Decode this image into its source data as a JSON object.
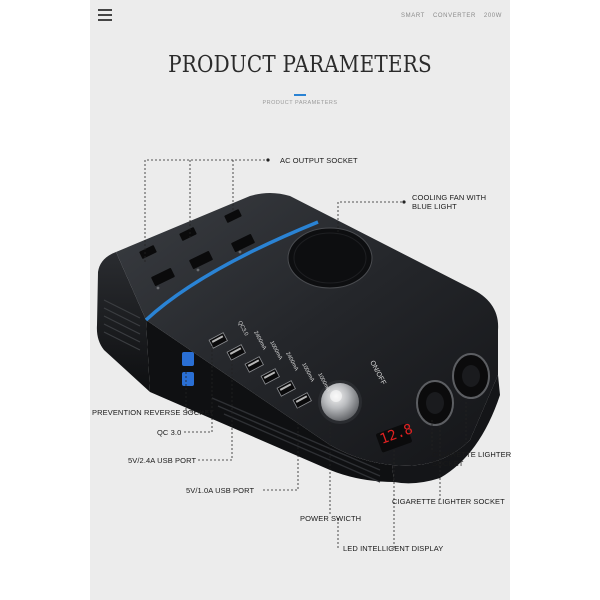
{
  "nav": {
    "items": [
      "SMART",
      "CONVERTER",
      "200W"
    ]
  },
  "header": {
    "title": "PRODUCT PARAMETERS",
    "subtitle": "PRODUCT PARAMETERS"
  },
  "labels": {
    "ac_output": "AC OUTPUT SOCKET",
    "cooling_fan": "COOLING FAN WITH\nBLUE LIGHT",
    "prevention_reverse": "PREVENTION REVERSE SOCKET",
    "qc30": "QC 3.0",
    "usb_24": "5V/2.4A USB PORT",
    "usb_10": "5V/1.0A USB PORT",
    "power_switch": "POWER SWICTH",
    "led_display": "LED INTELLIGENT DISPLAY",
    "cig_socket_1": "CIGARETTE LIGHTER\nSOCKET",
    "cig_socket_2": "CIGARETTE LIGHTER SOCKET"
  },
  "device": {
    "port_labels": [
      "QC3.0",
      "2400mA",
      "1000mA",
      "2400mA",
      "1000mA",
      "1000mA"
    ],
    "switch_label": "ON/OFF",
    "display_value": "12.8"
  },
  "colors": {
    "accent": "#2a83d4",
    "body": "#1b1d20",
    "led": "#e02121"
  }
}
